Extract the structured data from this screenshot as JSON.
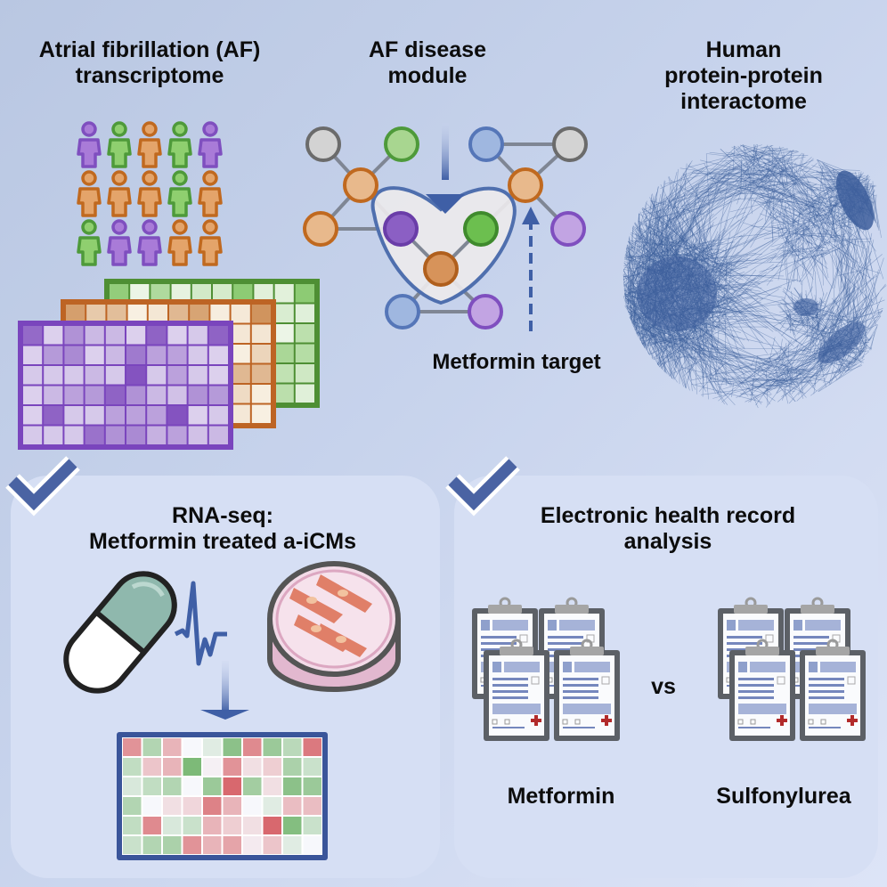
{
  "top": {
    "transcriptome_title": "Atrial fibrillation (AF)\ntranscriptome",
    "module_title": "AF disease\nmodule",
    "interactome_title": "Human\nprotein-protein\ninteractome",
    "metformin_target_label": "Metformin target"
  },
  "bottom_left": {
    "title": "RNA-seq:\nMetformin treated a-iCMs",
    "status": "checked"
  },
  "bottom_right": {
    "title": "Electronic health record\nanalysis",
    "vs_label": "vs",
    "group_a_label": "Metformin",
    "group_b_label": "Sulfonylurea",
    "status": "checked"
  },
  "people_colors": [
    [
      "purple",
      "green",
      "orange",
      "green",
      "purple"
    ],
    [
      "orange",
      "orange",
      "orange",
      "green",
      "orange"
    ],
    [
      "green",
      "purple",
      "purple",
      "orange",
      "orange"
    ]
  ],
  "colors": {
    "purple": "#7f4fbf",
    "green": "#4e9a3a",
    "orange": "#c0691f",
    "blue_accent": "#3f5f9f",
    "gray": "#6b6b6b",
    "red_cross": "#b22a2a"
  },
  "heatmap_purple": [
    [
      0.8,
      0.15,
      0.55,
      0.3,
      0.3,
      0.15,
      0.85,
      0.15,
      0.2,
      0.85
    ],
    [
      0.15,
      0.5,
      0.6,
      0.15,
      0.3,
      0.7,
      0.45,
      0.45,
      0.2,
      0.15
    ],
    [
      0.2,
      0.2,
      0.2,
      0.3,
      0.2,
      0.95,
      0.2,
      0.45,
      0.2,
      0.15
    ],
    [
      0.15,
      0.3,
      0.45,
      0.5,
      0.85,
      0.55,
      0.3,
      0.25,
      0.55,
      0.5
    ],
    [
      0.15,
      0.85,
      0.2,
      0.2,
      0.45,
      0.45,
      0.45,
      0.95,
      0.15,
      0.2
    ],
    [
      0.2,
      0.2,
      0.2,
      0.75,
      0.55,
      0.6,
      0.35,
      0.45,
      0.25,
      0.3
    ]
  ],
  "heatmap_rna": [
    [
      -0.6,
      0.45,
      -0.4,
      0.0,
      0.15,
      0.7,
      -0.65,
      0.6,
      0.4,
      -0.75
    ],
    [
      0.35,
      -0.3,
      -0.4,
      0.8,
      -0.05,
      -0.6,
      -0.15,
      -0.25,
      0.5,
      0.3
    ],
    [
      0.2,
      0.35,
      0.45,
      0.0,
      0.6,
      -0.85,
      0.55,
      -0.15,
      0.7,
      0.6
    ],
    [
      0.45,
      0.0,
      -0.15,
      -0.2,
      -0.7,
      -0.4,
      0.0,
      0.15,
      -0.35,
      -0.35
    ],
    [
      0.35,
      -0.65,
      0.2,
      0.3,
      -0.4,
      -0.25,
      -0.15,
      -0.85,
      0.75,
      0.3
    ],
    [
      0.3,
      0.45,
      0.5,
      -0.6,
      -0.4,
      -0.5,
      -0.08,
      -0.3,
      0.15,
      0.0
    ]
  ]
}
